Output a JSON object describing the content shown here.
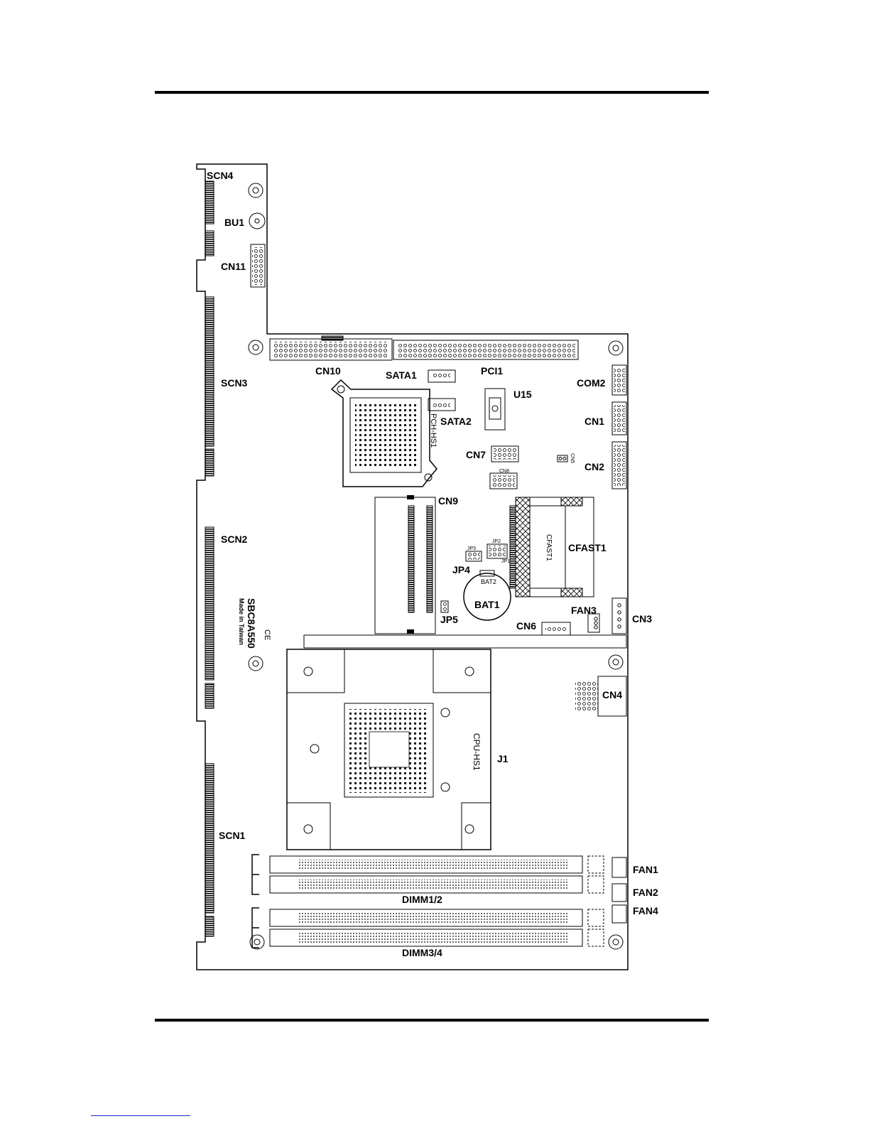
{
  "labels": {
    "scn4": "SCN4",
    "bu1": "BU1",
    "cn11": "CN11",
    "scn3": "SCN3",
    "scn2": "SCN2",
    "scn1": "SCN1",
    "cn10": "CN10",
    "sata1": "SATA1",
    "pci1": "PCI1",
    "com2": "COM2",
    "u15": "U15",
    "sata2": "SATA2",
    "pch_hs1": "PCH-HS1",
    "cn1": "CN1",
    "cn7": "CN7",
    "cn5": "CN5",
    "cn2": "CN2",
    "cn8": "CN8",
    "cn9": "CN9",
    "cfast1": "CFAST1",
    "cfast1_silk": "CFAST1",
    "jp4": "JP4",
    "jp3": "JP3",
    "jp2": "JP2",
    "jp1": "JP1",
    "bat1": "BAT1",
    "bat2": "BAT2",
    "fan3": "FAN3",
    "cn3": "CN3",
    "jp5": "JP5",
    "cn6": "CN6",
    "cn4": "CN4",
    "j1": "J1",
    "cpu_hs1": "CPU-HS1",
    "fan1": "FAN1",
    "fan2": "FAN2",
    "fan4": "FAN4",
    "dimm12": "DIMM1/2",
    "dimm34": "DIMM3/4"
  },
  "board_marking": {
    "model": "SBC8A550",
    "origin": "Made in Taiwan",
    "ce": "CE"
  }
}
